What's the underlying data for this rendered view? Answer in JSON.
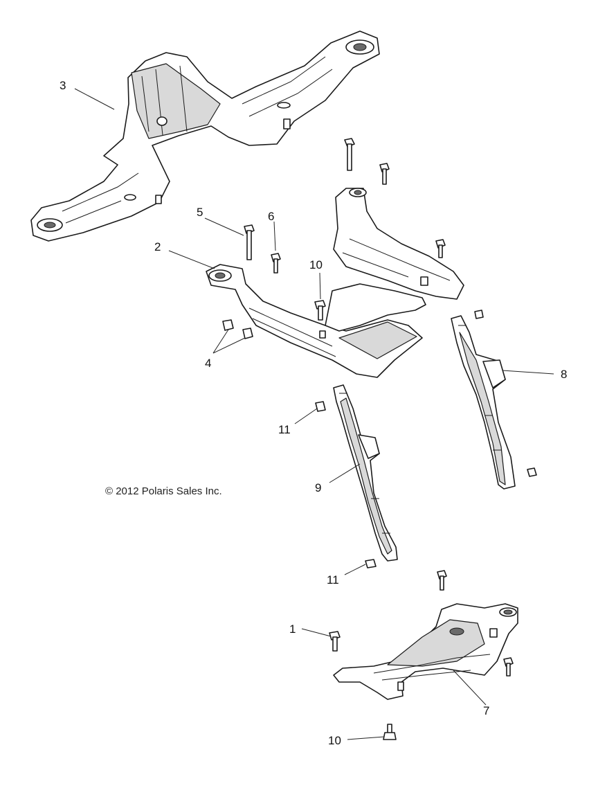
{
  "copyright": "© 2012 Polaris Sales Inc.",
  "callouts": [
    "3",
    "2",
    "5",
    "6",
    "10",
    "4",
    "8",
    "11",
    "9",
    "11",
    "1",
    "7",
    "10"
  ]
}
